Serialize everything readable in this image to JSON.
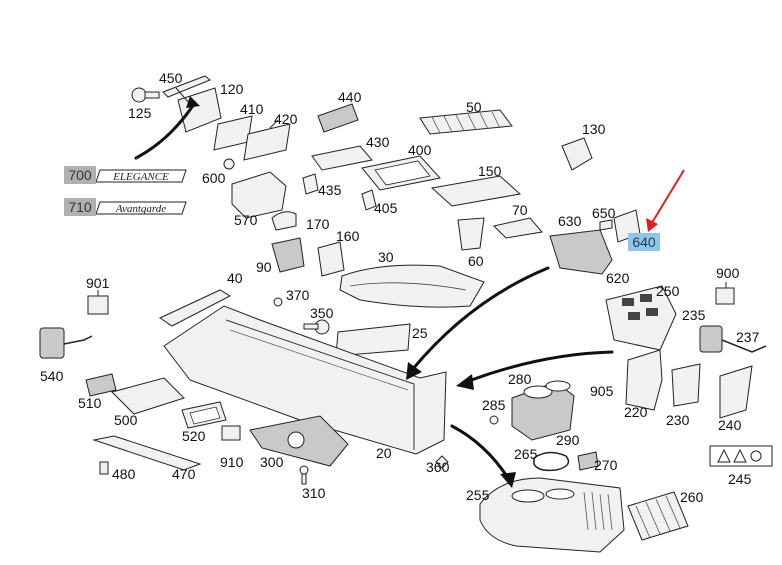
{
  "labels": {
    "l450": "450",
    "l120": "120",
    "l125": "125",
    "l410": "410",
    "l420": "420",
    "l440": "440",
    "l50": "50",
    "l130": "130",
    "l430": "430",
    "l400": "400",
    "l435": "435",
    "l405": "405",
    "l150": "150",
    "l600": "600",
    "l570": "570",
    "l170": "170",
    "l160": "160",
    "l90": "90",
    "l30": "30",
    "l60": "60",
    "l70": "70",
    "l630": "630",
    "l650": "650",
    "l620": "620",
    "l901": "901",
    "l40": "40",
    "l370": "370",
    "l350": "350",
    "l25": "25",
    "l900": "900",
    "l250": "250",
    "l235": "235",
    "l237": "237",
    "l540": "540",
    "l510": "510",
    "l500": "500",
    "l280": "280",
    "l285": "285",
    "l290": "290",
    "l905": "905",
    "l220": "220",
    "l230": "230",
    "l240": "240",
    "l520": "520",
    "l910": "910",
    "l300": "300",
    "l20": "20",
    "l265": "265",
    "l270": "270",
    "l360": "360",
    "l480": "480",
    "l470": "470",
    "l310": "310",
    "l255": "255",
    "l260": "260",
    "l245": "245"
  },
  "tags": {
    "t700": "700",
    "t710": "710",
    "t640": "640"
  },
  "badges": {
    "elegance": "ELEGANCE",
    "avantgarde": "Avantgarde"
  },
  "colors": {
    "tag_bg": "#b0b0b0",
    "highlight_bg": "#8fc6e8",
    "pointer": "#e02020"
  }
}
